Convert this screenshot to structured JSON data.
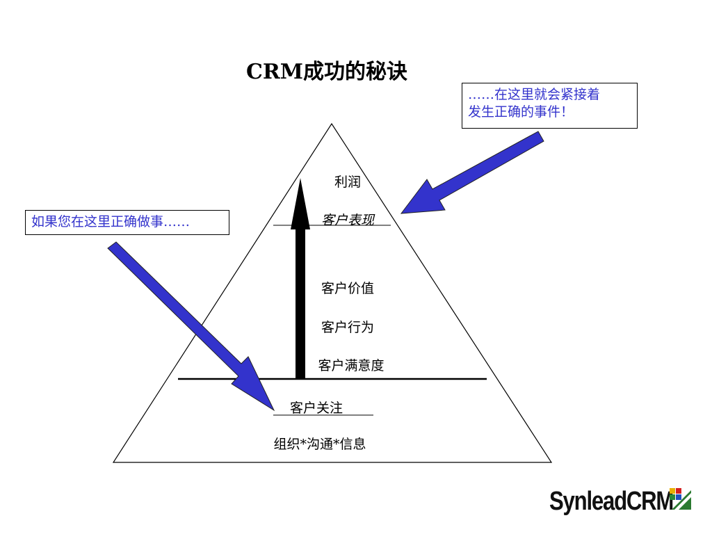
{
  "title": "CRM成功的秘诀",
  "callouts": {
    "top_line1": "……在这里就会紧接着",
    "top_line2": "发生正确的事件！",
    "left": "如果您在这里正确做事……"
  },
  "pyramid": {
    "labels": {
      "profit": "利润",
      "performance": "客户表现",
      "value": "客户价值",
      "behavior": "客户行为",
      "satisfaction": "客户满意度",
      "focus": "客户关注",
      "foundation": "组织*沟通*信息"
    }
  },
  "logo": {
    "text": "SynleadCRM"
  },
  "colors": {
    "callout_text": "#3333cc",
    "arrow_fill": "#3333cc",
    "line": "#000000"
  }
}
